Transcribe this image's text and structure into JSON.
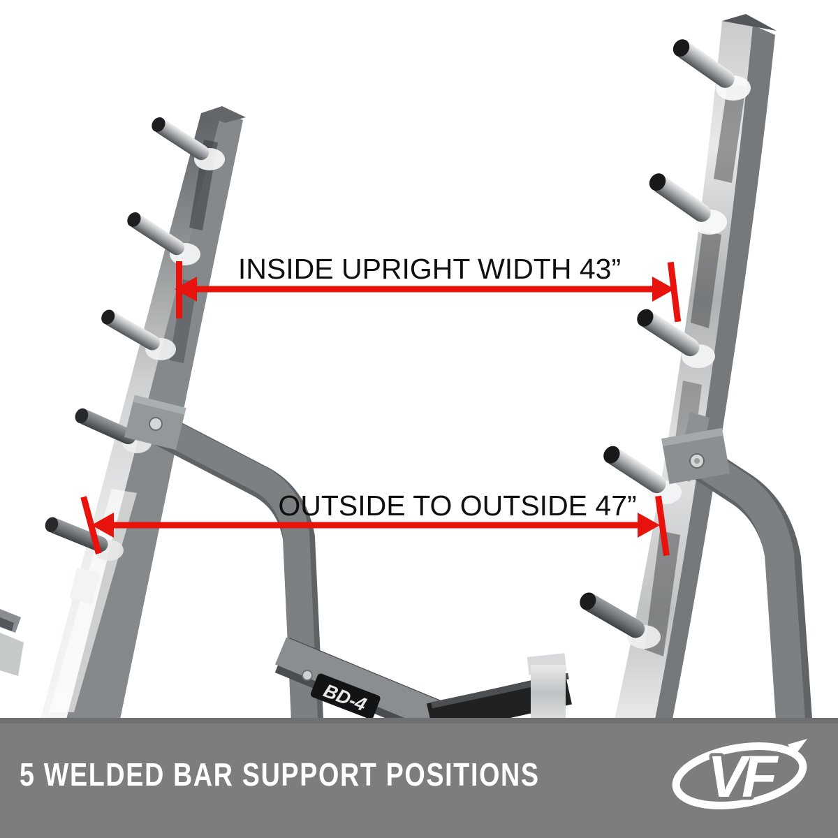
{
  "annotations": {
    "inside_upright_width": {
      "label": "INSIDE UPRIGHT WIDTH 43”"
    },
    "outside_to_outside": {
      "label": "OUTSIDE TO OUTSIDE 47”"
    }
  },
  "product": {
    "model": "BD-4"
  },
  "banner": {
    "title": "5 WELDED BAR SUPPORT POSITIONS",
    "logo_text": "VF"
  },
  "colors": {
    "arrow_red": "#e8130d",
    "banner_bg": "#7d7d7d",
    "banner_text": "#ffffff",
    "background": "#ffffff"
  }
}
